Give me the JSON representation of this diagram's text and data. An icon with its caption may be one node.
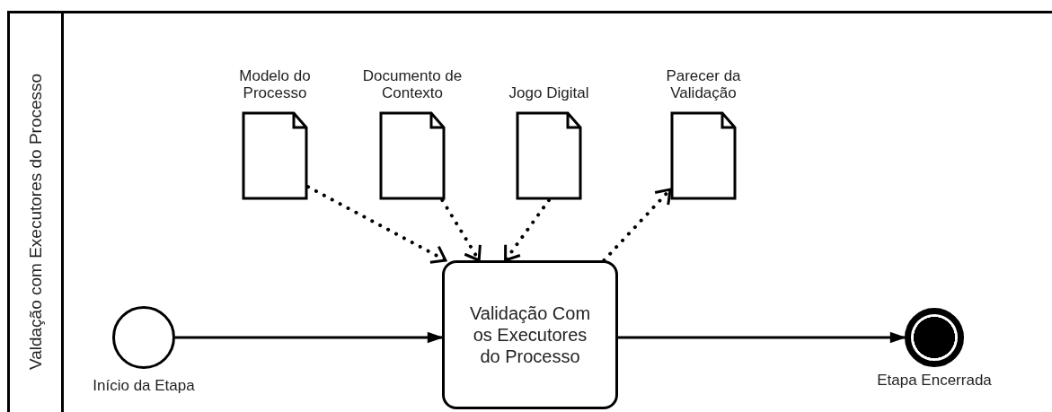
{
  "diagram": {
    "nodes": [
      {
        "text": [
          "Valdação com Executores do Processo"
        ]
      },
      {
        "text": [],
        "shape": "circle",
        "in": 0,
        "beside": [
          "Início da Etapa"
        ]
      },
      {
        "text": [
          "Validação Com os Executores do Processo"
        ],
        "in": 0
      },
      {
        "text": [],
        "shape": "circle",
        "in": 0,
        "beside": [
          "Etapa Encerrada"
        ]
      },
      {
        "text": [
          "Modelo do Processo"
        ],
        "in": 0
      },
      {
        "text": [
          "Documento de Contexto"
        ],
        "in": 0
      },
      {
        "text": [
          "Jogo Digital"
        ],
        "in": 0
      },
      {
        "text": [
          "Parecer da Validação"
        ],
        "in": 0
      }
    ],
    "edges": [
      {
        "from": 1,
        "to": 2,
        "arrow": "to"
      },
      {
        "from": 2,
        "to": 3,
        "arrow": "to"
      },
      {
        "from": 4,
        "to": 2,
        "arrow": "to",
        "style": "dashed"
      },
      {
        "from": 5,
        "to": 2,
        "arrow": "to",
        "style": "dashed"
      },
      {
        "from": 6,
        "to": 2,
        "arrow": "to",
        "style": "dashed"
      },
      {
        "from": 2,
        "to": 7,
        "arrow": "to",
        "style": "dashed"
      }
    ]
  }
}
